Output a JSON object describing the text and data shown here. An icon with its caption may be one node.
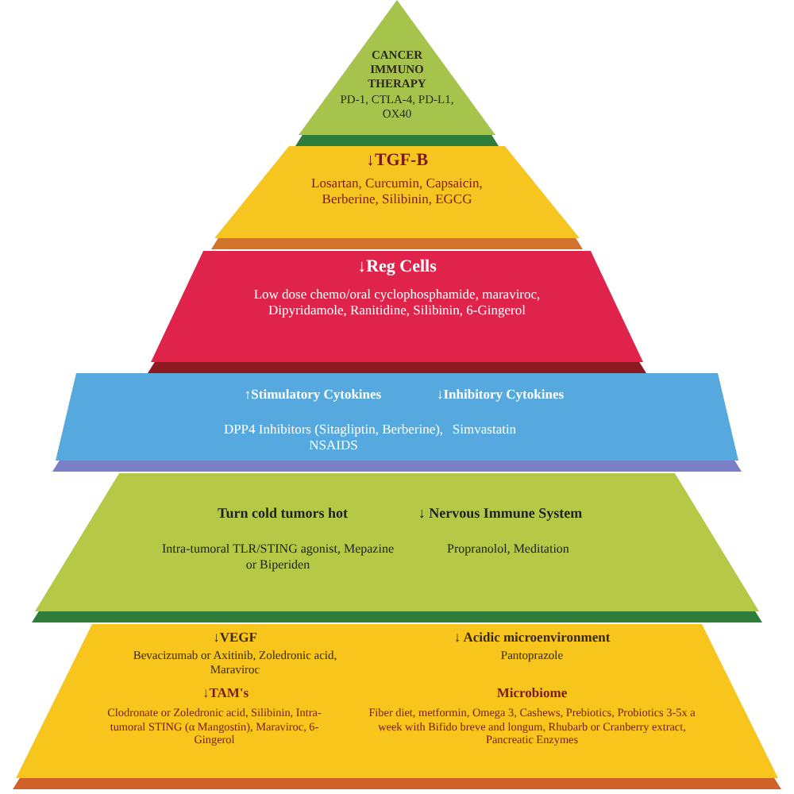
{
  "diagram": {
    "nodes": [
      {
        "text": [
          "CANCER IMMUNO THERAPY",
          "PD-1, CTLA-4, PD-L1, OX40"
        ]
      },
      {
        "text": [
          "↓TGF-B",
          "Losartan, Curcumin, Capsaicin, Berberine, Silibinin, EGCG"
        ]
      },
      {
        "text": [
          "↓Reg Cells",
          "Low dose chemo/oral cyclophosphamide, maraviroc, Dipyridamole, Ranitidine, Silibinin, 6-Gingerol"
        ]
      },
      {
        "text": [
          "↑Stimulatory Cytokines",
          "↓Inhibitory Cytokines",
          "DPP4 Inhibitors (Sitagliptin, Berberine), NSAIDS",
          "Simvastatin"
        ]
      },
      {
        "text": [
          "Turn cold tumors hot",
          "↓ Nervous Immune System",
          "Intra-tumoral TLR/STING agonist, Mepazine or Biperiden",
          "Propranolol, Meditation"
        ]
      },
      {
        "text": [
          "↓VEGF",
          "↓ Acidic microenvironment",
          "Bevacizumab or Axitinib, Zoledronic acid, Maraviroc",
          "Pantoprazole",
          "↓TAM's",
          "Microbiome",
          "Clodronate or Zoledronic acid, Silibinin, Intra-tumoral STING (α Mangostin), Maraviroc, 6-Gingerol",
          "Fiber diet, metformin, Omega 3, Cashews, Prebiotics, Probiotics 3-5x a week with Bifido breve and longum, Rhubarb or Cranberry extract, Pancreatic Enzymes"
        ]
      }
    ]
  }
}
